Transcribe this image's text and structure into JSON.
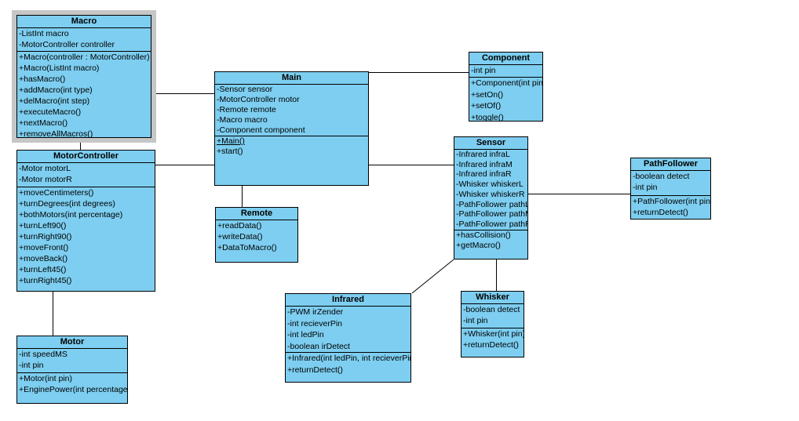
{
  "colors": {
    "class_fill": "#7dcef0",
    "class_border": "#000000",
    "connector": "#000000",
    "selection_highlight": "#c6c6c6",
    "canvas_background": "#ffffff"
  },
  "classes": [
    {
      "id": "macro",
      "title": "Macro",
      "selected": true,
      "attributes": [
        "-ListInt macro",
        "-MotorController controller"
      ],
      "methods": [
        "+Macro(controller : MotorController)",
        "+Macro(ListInt macro)",
        "+hasMacro()",
        "+addMacro(int type)",
        "+delMacro(int step)",
        "+executeMacro()",
        "+nextMacro()",
        "+removeAllMacros()"
      ]
    },
    {
      "id": "motorcontroller",
      "title": "MotorController",
      "selected": false,
      "attributes": [
        "-Motor motorL",
        "-Motor motorR"
      ],
      "methods": [
        "+moveCentimeters()",
        "+turnDegrees(int degrees)",
        "+bothMotors(int percentage)",
        "+turnLeft90()",
        "+turnRight90()",
        "+moveFront()",
        "+moveBack()",
        "+turnLeft45()",
        "+turnRight45()"
      ]
    },
    {
      "id": "motor",
      "title": "Motor",
      "selected": false,
      "attributes": [
        "-int speedMS",
        "-int pin"
      ],
      "methods": [
        "+Motor(int pin)",
        "+EnginePower(int percentage)"
      ]
    },
    {
      "id": "main",
      "title": "Main",
      "selected": false,
      "attributes": [
        "-Sensor sensor",
        "-MotorController motor",
        "-Remote remote",
        "-Macro macro",
        "-Component component"
      ],
      "methods": [
        "+Main()",
        "+start()"
      ],
      "underlined": [
        "+Main()"
      ]
    },
    {
      "id": "remote",
      "title": "Remote",
      "selected": false,
      "attributes": [],
      "methods": [
        "+readData()",
        "+writeData()",
        "+DataToMacro()"
      ]
    },
    {
      "id": "component",
      "title": "Component",
      "selected": false,
      "attributes": [
        "-int pin"
      ],
      "methods": [
        "+Component(int pin)",
        "+setOn()",
        "+setOf()",
        "+toggle()"
      ]
    },
    {
      "id": "sensor",
      "title": "Sensor",
      "selected": false,
      "attributes": [
        "-Infrared infraL",
        "-Infrared infraM",
        "-Infrared infraR",
        "-Whisker whiskerL",
        "-Whisker whiskerR",
        "-PathFollower pathL",
        "-PathFollower pathM",
        "-PathFollower pathR"
      ],
      "methods": [
        "+hasCollision()",
        "+getMacro()"
      ]
    },
    {
      "id": "pathfollower",
      "title": "PathFollower",
      "selected": false,
      "attributes": [
        "-boolean detect",
        "-int pin"
      ],
      "methods": [
        "+PathFollower(int pin)",
        "+returnDetect()"
      ]
    },
    {
      "id": "infrared",
      "title": "Infrared",
      "selected": false,
      "attributes": [
        "-PWM irZender",
        "-int recieverPin",
        "-int ledPin",
        "-boolean irDetect"
      ],
      "methods": [
        "+Infrared(int ledPin, int recieverPin)",
        "+returnDetect()"
      ]
    },
    {
      "id": "whisker",
      "title": "Whisker",
      "selected": false,
      "attributes": [
        "-boolean detect",
        "-int pin"
      ],
      "methods": [
        "+Whisker(int pin)",
        "+returnDetect()"
      ]
    }
  ],
  "connectors": [
    {
      "from": "Macro",
      "to": "Main"
    },
    {
      "from": "Macro",
      "to": "MotorController"
    },
    {
      "from": "MotorController",
      "to": "Main"
    },
    {
      "from": "MotorController",
      "to": "Motor"
    },
    {
      "from": "Main",
      "to": "Remote"
    },
    {
      "from": "Main",
      "to": "Component"
    },
    {
      "from": "Main",
      "to": "Sensor"
    },
    {
      "from": "Sensor",
      "to": "PathFollower"
    },
    {
      "from": "Sensor",
      "to": "Infrared"
    },
    {
      "from": "Sensor",
      "to": "Whisker"
    }
  ]
}
